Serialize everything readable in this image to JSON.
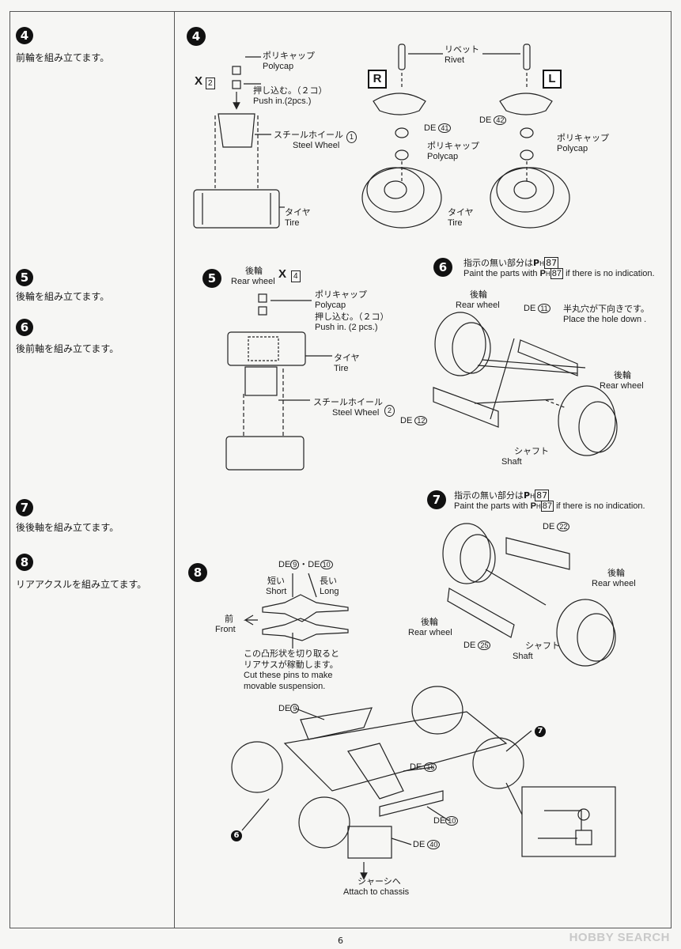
{
  "left": {
    "steps": [
      {
        "num": "4",
        "text": "前輪を組み立てます。"
      },
      {
        "num": "5",
        "text": "後輪を組み立てます。"
      },
      {
        "num": "6",
        "text": "後前軸を組み立てます。"
      },
      {
        "num": "7",
        "text": "後後軸を組み立てます。"
      },
      {
        "num": "8",
        "text": "リアアクスルを組み立てます。"
      }
    ]
  },
  "step4": {
    "num": "4",
    "qty_mark": "X",
    "qty_num": "2",
    "polycap_jp": "ポリキャップ",
    "polycap_en": "Polycap",
    "push_jp": "押し込む。（２コ）",
    "push_en": "Push in.(2pcs.)",
    "steel_jp": "スチールホイール",
    "steel_en": "Steel Wheel",
    "steel_num": "1",
    "tire_jp": "タイヤ",
    "tire_en": "Tire",
    "rivet_jp": "リベット",
    "rivet_en": "Rivet",
    "right_letter": "R",
    "left_letter": "L",
    "de41": "DE",
    "de41_num": "41",
    "de42": "DE",
    "de42_num": "42",
    "polycap2_jp": "ポリキャップ",
    "polycap2_en": "Polycap",
    "polycap3_jp": "ポリキャップ",
    "polycap3_en": "Polycap",
    "tire2_jp": "タイヤ",
    "tire2_en": "Tire"
  },
  "step5": {
    "num": "5",
    "rear_jp": "後輪",
    "rear_en": "Rear wheel",
    "qty_mark": "X",
    "qty_num": "4",
    "polycap_jp": "ポリキャップ",
    "polycap_en": "Polycap",
    "push_jp": "押し込む。（２コ）",
    "push_en": "Push in. (2 pcs.)",
    "tire_jp": "タイヤ",
    "tire_en": "Tire",
    "steel_jp": "スチールホイール",
    "steel_en": "Steel Wheel",
    "steel_num": "2"
  },
  "step6": {
    "num": "6",
    "paint_jp_a": "指示の無い部分は",
    "paint_code": "87",
    "paint_en_a": "Paint the parts with",
    "paint_en_b": "if there is no indication.",
    "rear1_jp": "後輪",
    "rear1_en": "Rear wheel",
    "de11": "DE",
    "de11_num": "11",
    "hole_jp": "半丸穴が下向きです。",
    "hole_en": "Place the hole down .",
    "rear2_jp": "後輪",
    "rear2_en": "Rear wheel",
    "de12": "DE",
    "de12_num": "12",
    "shaft_jp": "シャフト",
    "shaft_en": "Shaft"
  },
  "step7": {
    "num": "7",
    "paint_jp_a": "指示の無い部分は",
    "paint_code": "87",
    "paint_en_a": "Paint the parts with",
    "paint_en_b": "if there is no indication.",
    "de22": "DE",
    "de22_num": "22",
    "rear1_jp": "後輪",
    "rear1_en": "Rear wheel",
    "rear2_jp": "後輪",
    "rear2_en": "Rear wheel",
    "de25": "DE",
    "de25_num": "25",
    "shaft_jp": "シャフト",
    "shaft_en": "Shaft"
  },
  "step8": {
    "num": "8",
    "de9": "DE",
    "de9_num": "9",
    "dot": "・",
    "de10": "DE",
    "de10_num": "10",
    "short_jp": "短い",
    "short_en": "Short",
    "long_jp": "長い",
    "long_en": "Long",
    "front_jp": "前",
    "front_en": "Front",
    "cut_jp1": "この凸形状を切り取ると",
    "cut_jp2": "リアサスが稼動します。",
    "cut_en1": "Cut these pins to make",
    "cut_en2": "movable suspension.",
    "ref7": "7",
    "ref6": "6",
    "de9b": "DE",
    "de9b_num": "9",
    "de16": "DE",
    "de16_num": "16",
    "de10b": "DE",
    "de10b_num": "10",
    "de40": "DE",
    "de40_num": "40",
    "chassis_jp": "シャーシへ",
    "chassis_en": "Attach to chassis"
  },
  "footer": {
    "page": "6",
    "logo": "HOBBY SEARCH"
  }
}
